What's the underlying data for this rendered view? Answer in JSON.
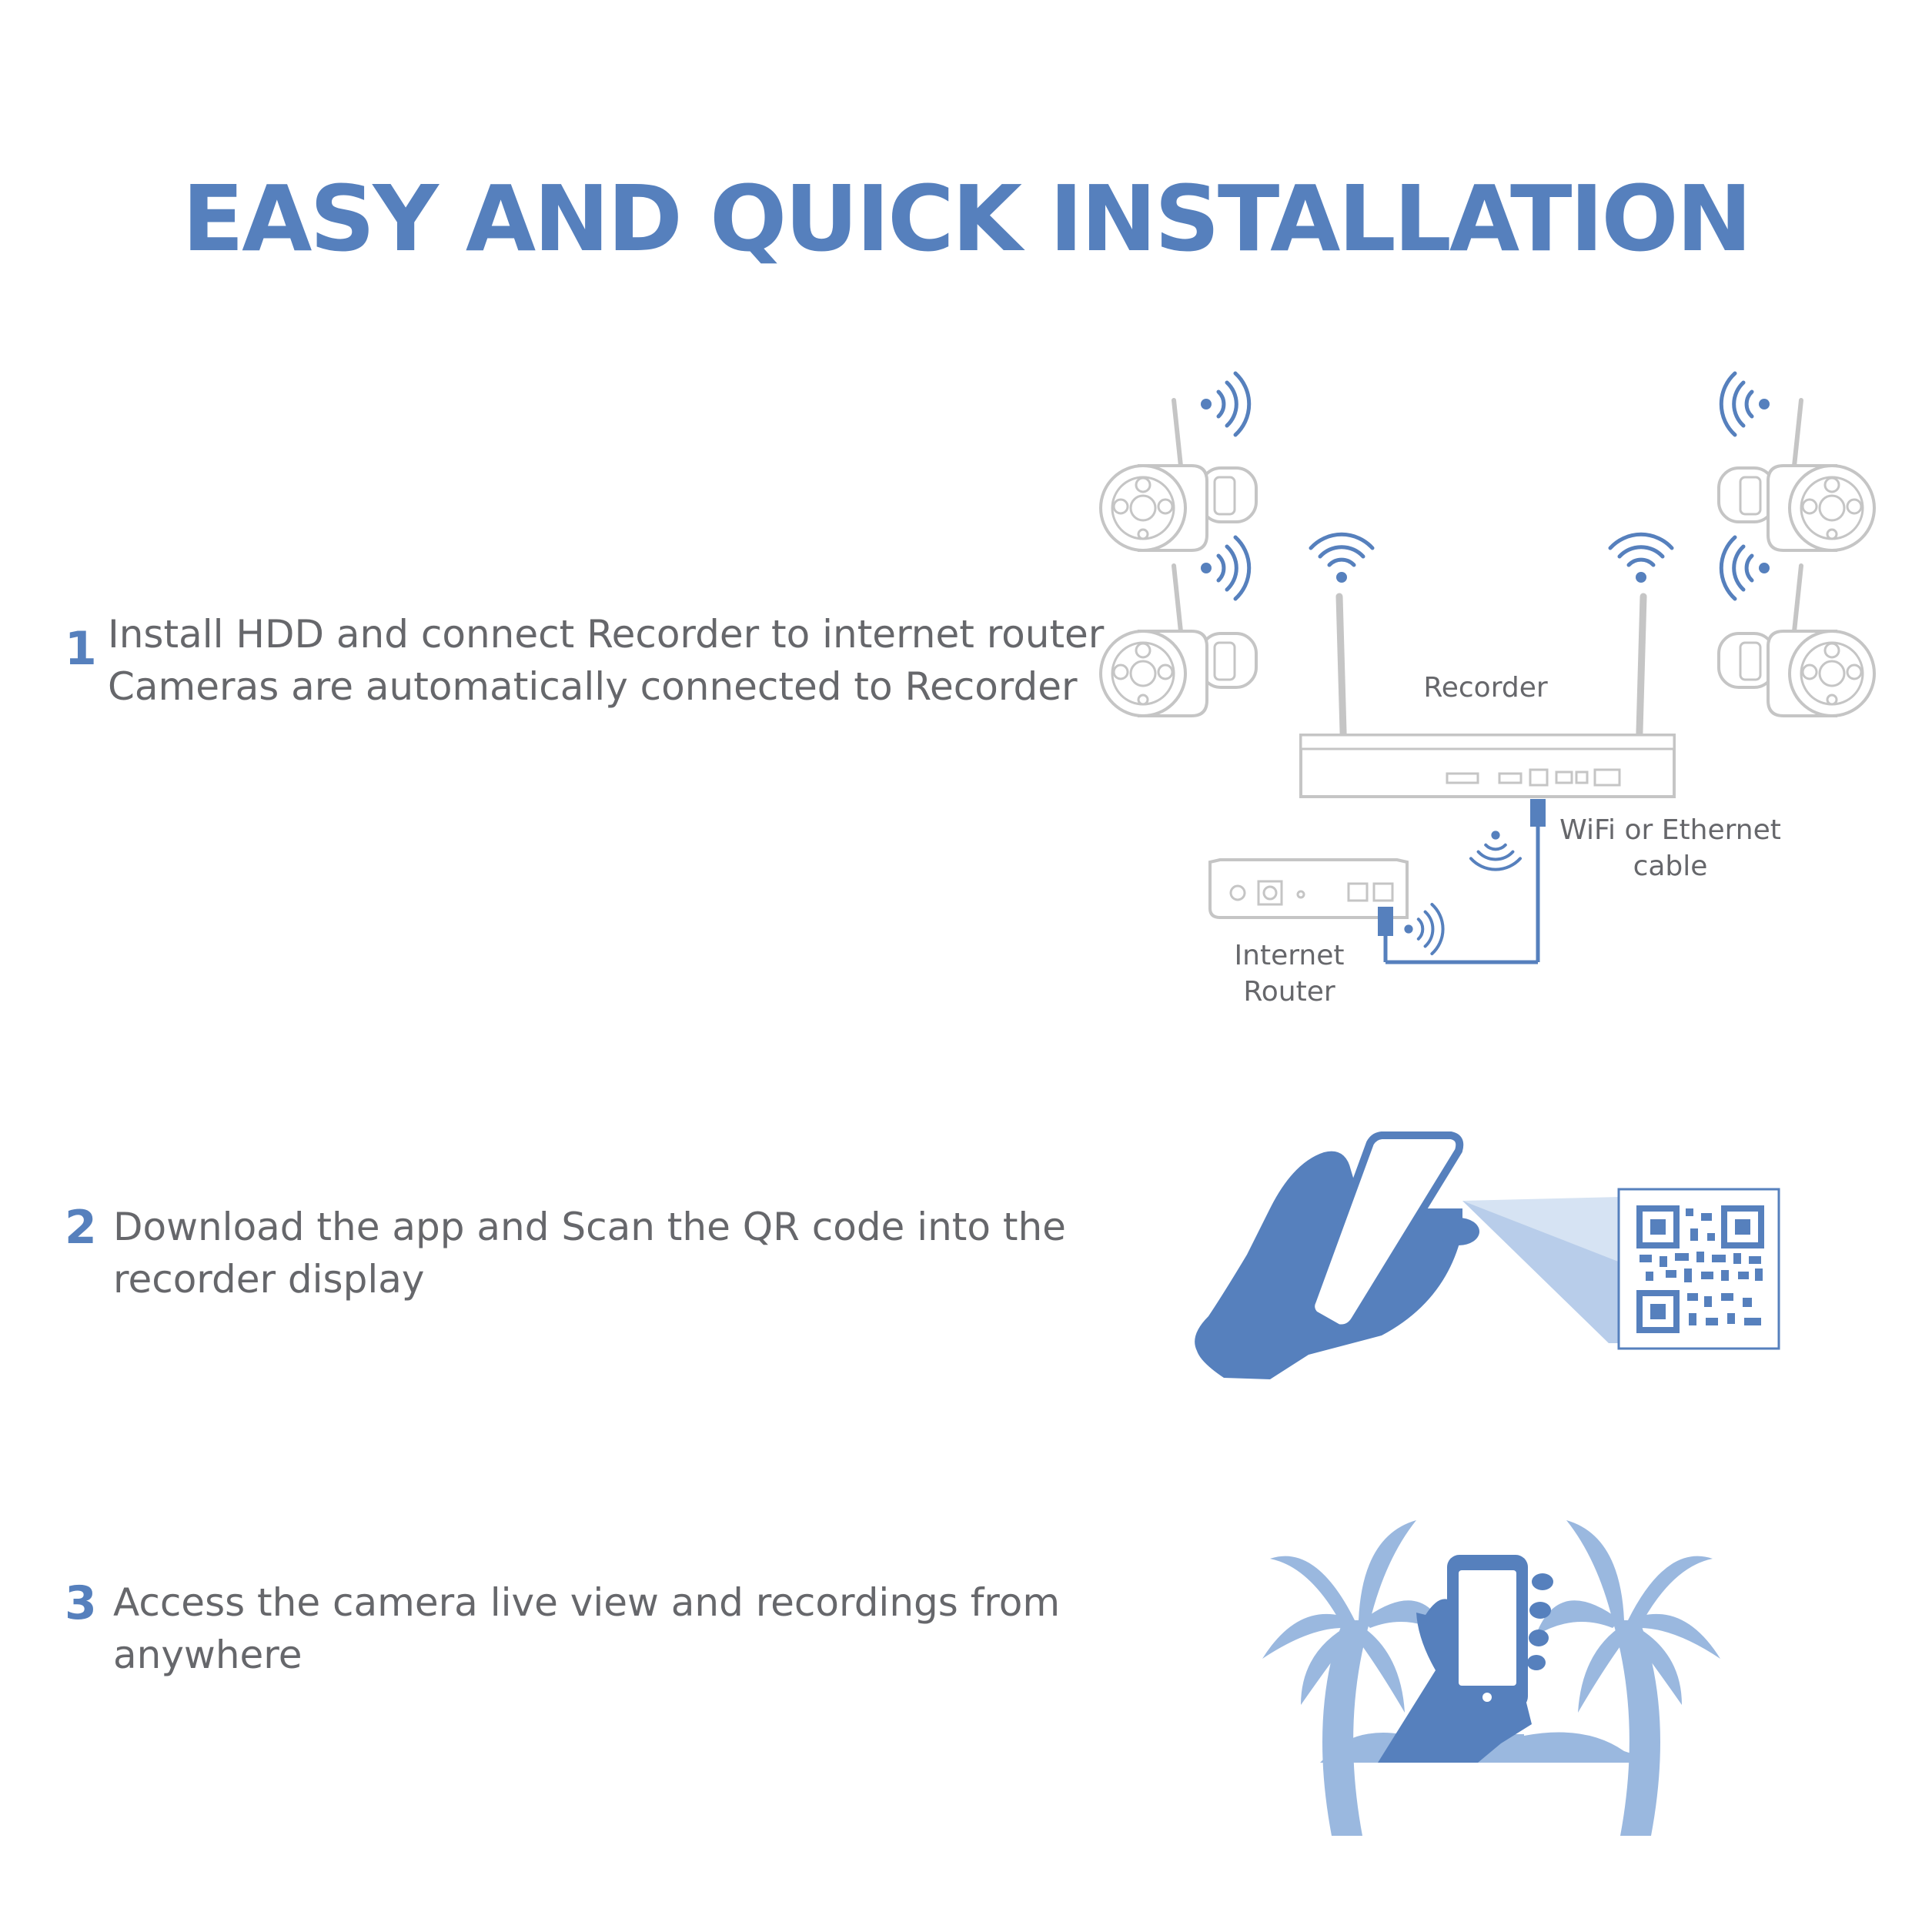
{
  "title": "EASY AND QUICK INSTALLATION",
  "steps": [
    {
      "number": "1",
      "lines": [
        "Install HDD and connect Recorder to internet router",
        "Cameras are automatically connected to Recorder"
      ]
    },
    {
      "number": "2",
      "lines": [
        "Download the app and Scan the QR code into the",
        "recorder display"
      ]
    },
    {
      "number": "3",
      "lines": [
        "Access the camera live view and recordings from",
        "anywhere"
      ]
    }
  ],
  "diagram": {
    "recorder_label": "Recorder",
    "connection_label": [
      "WiFi or Ethernet",
      "cable"
    ],
    "router_label": [
      "Internet",
      "Router"
    ]
  },
  "colors": {
    "accent": "#5680bd",
    "text": "#66676b",
    "light_blue": "#9ab8df",
    "outline": "#c5c5c5"
  }
}
